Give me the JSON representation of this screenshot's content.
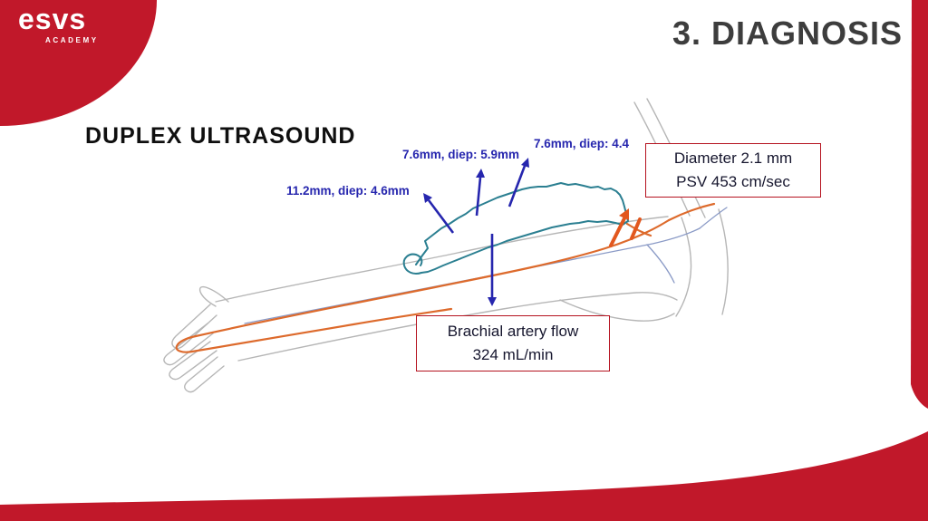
{
  "slide": {
    "logo": {
      "brand": "esvs",
      "subtitle": "ACADEMY"
    },
    "title": "3. DIAGNOSIS",
    "heading": "DUPLEX ULTRASOUND"
  },
  "measurements": {
    "label1": "11.2mm, diep: 4.6mm",
    "label2": "7.6mm, diep: 5.9mm",
    "label3": "7.6mm, diep: 4.4",
    "diameter_box": {
      "line1": "Diameter 2.1 mm",
      "line2": "PSV 453 cm/sec"
    },
    "flow_box": {
      "line1": "Brachial artery flow",
      "line2": "324 mL/min"
    }
  },
  "colors": {
    "brand_red": "#c1182a",
    "title_gray": "#3d3d3d",
    "annotation_blue": "#2626ae",
    "box_border_red": "#b5121f",
    "box_text": "#16162e",
    "artery_orange": "#dd6a2c",
    "arrow_orange": "#e2571e",
    "vein_blue": "#8a9ac6",
    "fistula_teal": "#2b7f91",
    "outline_gray": "#b6b6b6"
  }
}
